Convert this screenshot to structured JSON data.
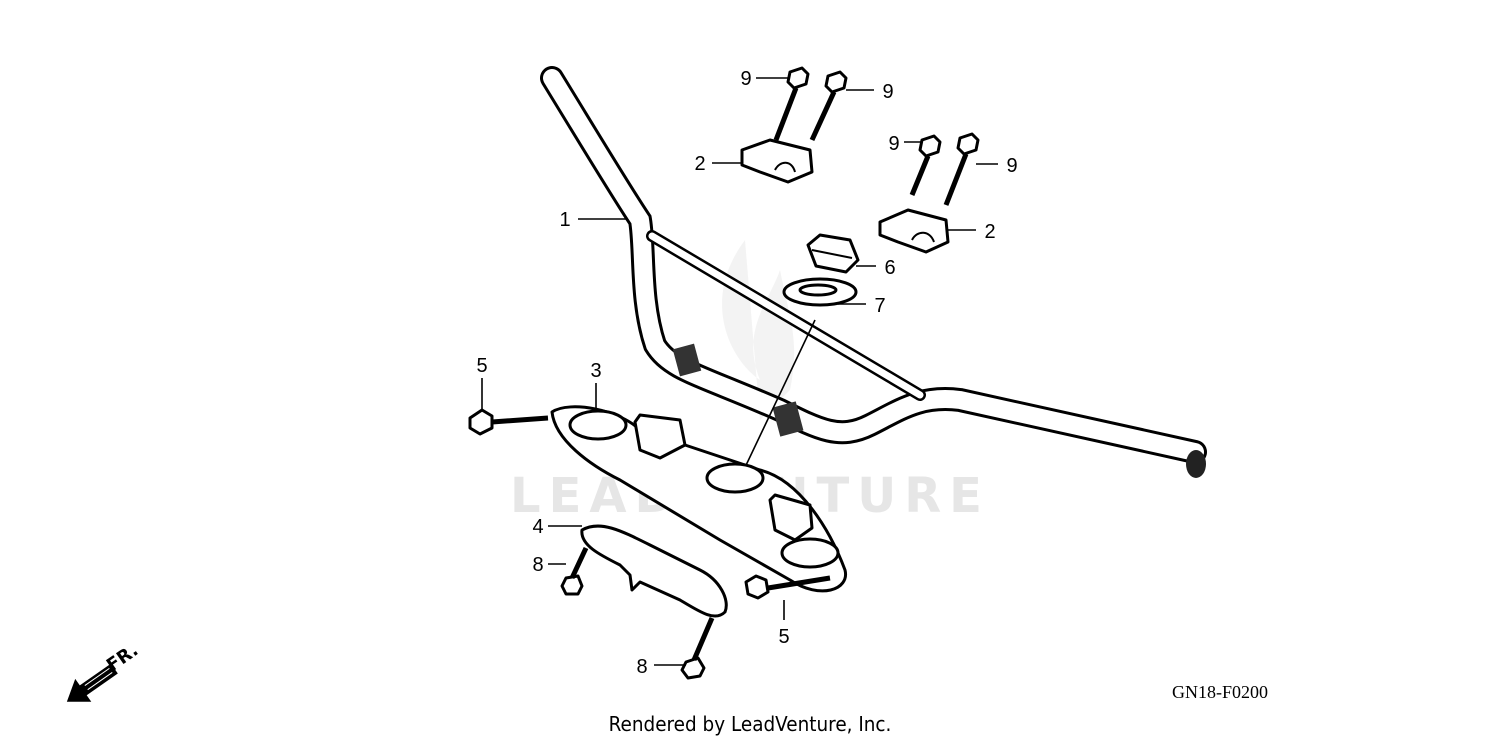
{
  "watermark": "LEADVENTURE",
  "diagram_code": "GN18-F0200",
  "footer": "Rendered by LeadVenture, Inc.",
  "direction_arrow": {
    "label": "FR.",
    "icon": "front-direction-arrow-icon"
  },
  "callouts": {
    "c1": "1",
    "c2a": "2",
    "c2b": "2",
    "c3": "3",
    "c4": "4",
    "c5a": "5",
    "c5b": "5",
    "c6": "6",
    "c7": "7",
    "c8a": "8",
    "c8b": "8",
    "c9a": "9",
    "c9b": "9",
    "c9c": "9",
    "c9d": "9"
  }
}
